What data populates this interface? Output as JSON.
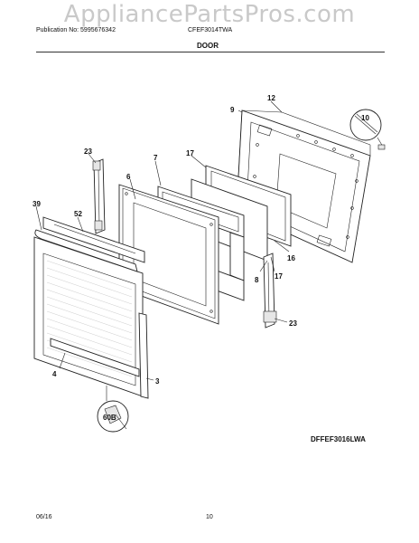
{
  "header": {
    "watermark": "AppliancePartsPros.com",
    "publication": "Publication No: 5995676342",
    "model": "CFEF3014TWA",
    "section_title": "DOOR"
  },
  "diagram": {
    "callouts": [
      "12",
      "9",
      "10",
      "17",
      "23",
      "7",
      "6",
      "39",
      "52",
      "16",
      "8",
      "17",
      "23",
      "4",
      "3",
      "60B"
    ],
    "figure_code": "DFFEF3016LWA"
  },
  "footer": {
    "date": "06/16",
    "page": "10"
  }
}
